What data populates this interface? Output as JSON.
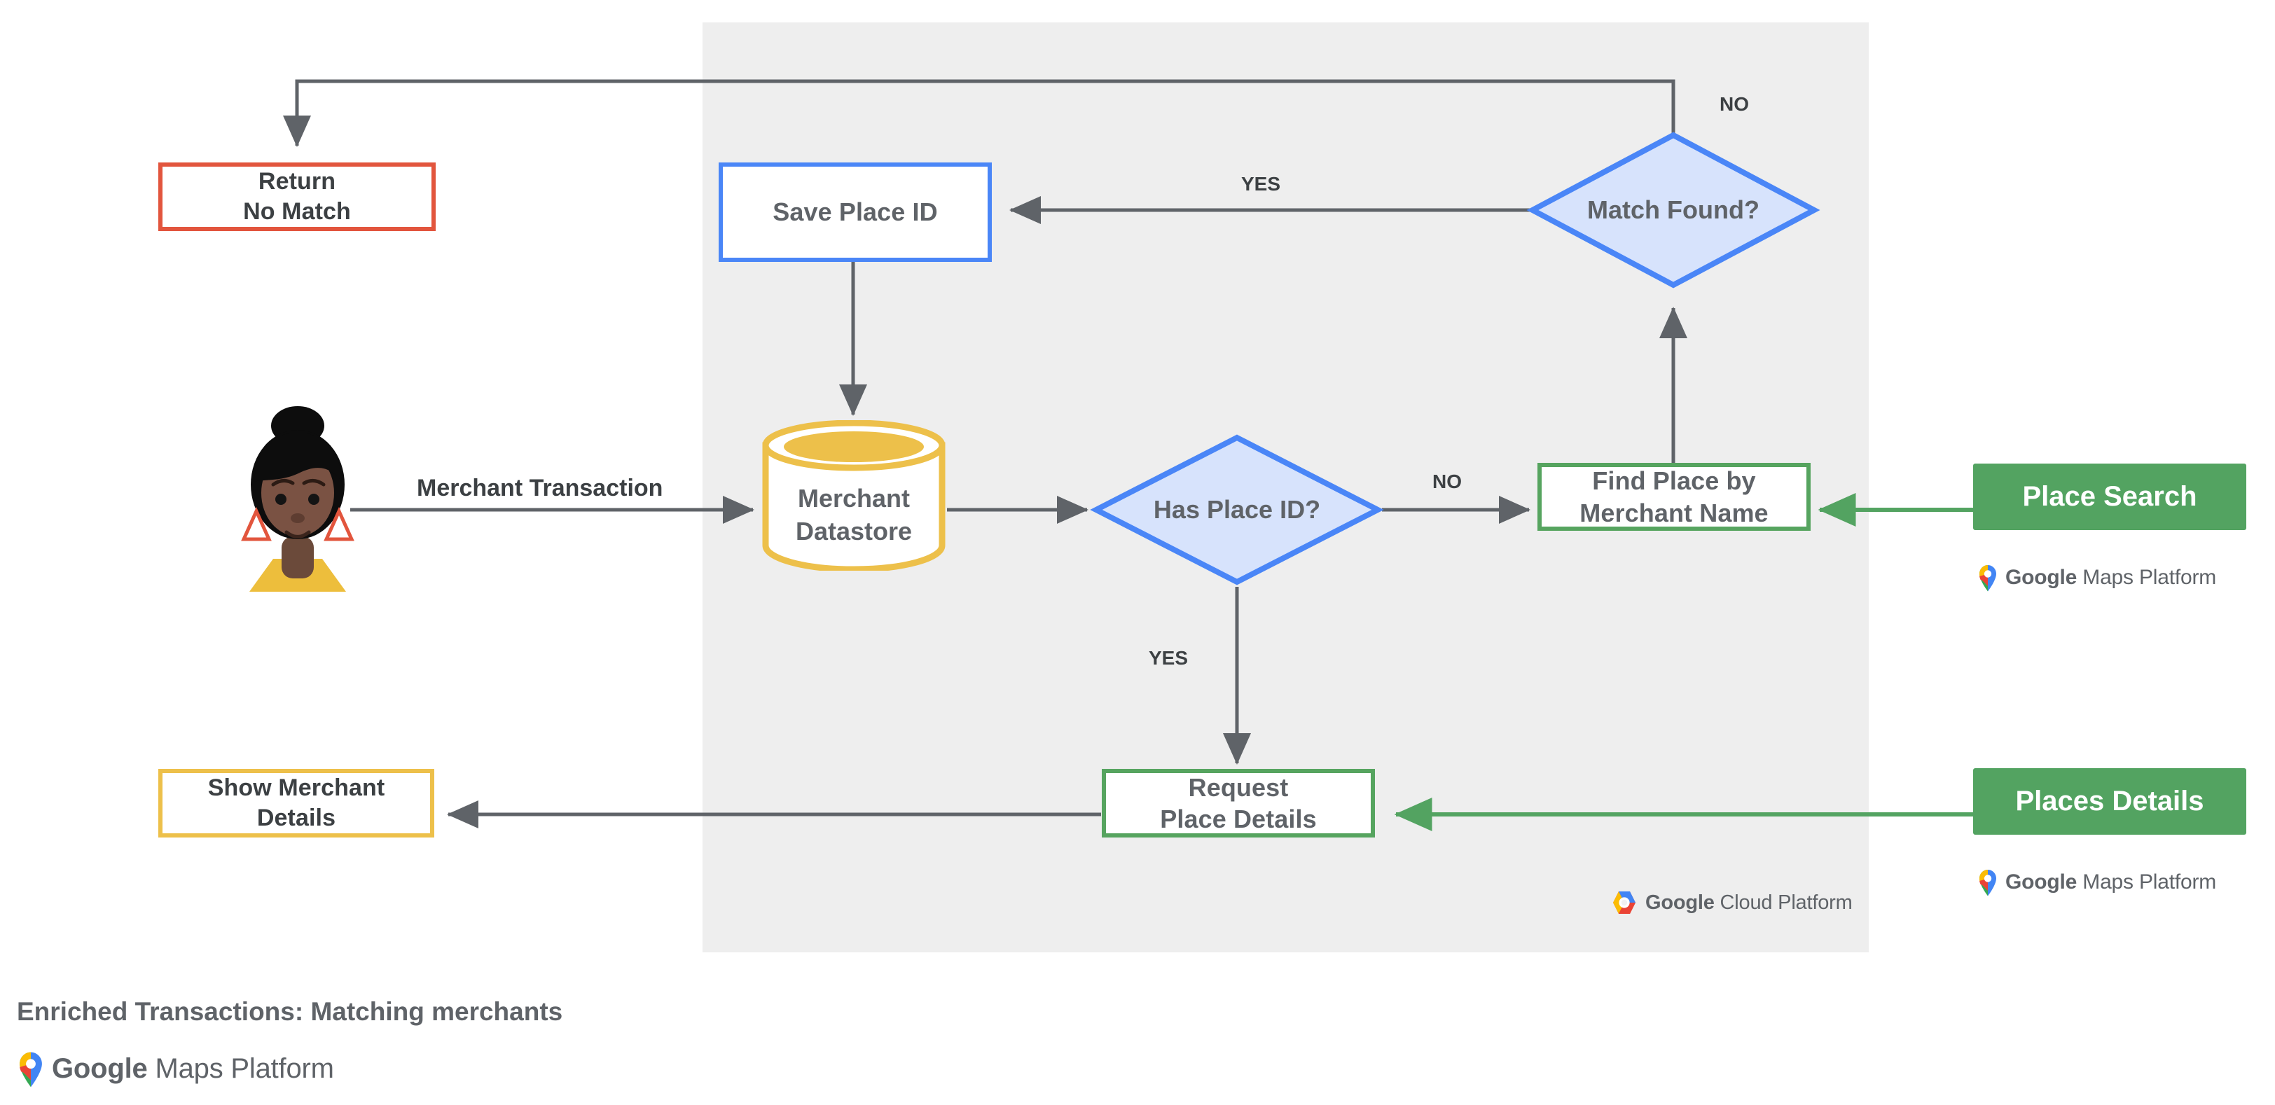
{
  "diagram": {
    "title": "Enriched Transactions: Matching merchants",
    "platform_lockup": {
      "brand": "Google",
      "product": "Maps Platform"
    },
    "cloud_lockup": {
      "brand": "Google",
      "product": "Cloud Platform"
    },
    "panel_label": "Google Cloud Platform"
  },
  "nodes": {
    "return_no_match": {
      "line1": "Return",
      "line2": "No Match",
      "color": "#e2553d",
      "shape": "process"
    },
    "save_place_id": {
      "line1": "Save Place ID",
      "color": "#4a86f7",
      "shape": "process"
    },
    "merchant_datastore": {
      "line1": "Merchant",
      "line2": "Datastore",
      "color": "#edc04a",
      "shape": "cylinder"
    },
    "has_place_id": {
      "line1": "Has",
      "line2": "Place ID?",
      "color": "#4a86f7",
      "shape": "decision"
    },
    "match_found": {
      "line1": "Match",
      "line2": "Found?",
      "color": "#4a86f7",
      "shape": "decision"
    },
    "find_place_by_merchant_name": {
      "line1": "Find Place by",
      "line2": "Merchant Name",
      "color": "#56a45f",
      "shape": "process"
    },
    "request_place_details": {
      "line1": "Request",
      "line2": "Place Details",
      "color": "#56a45f",
      "shape": "process"
    },
    "show_merchant_details": {
      "line1": "Show Merchant",
      "line2": "Details",
      "color": "#edc04a",
      "shape": "process"
    },
    "place_search": {
      "line1": "Place Search",
      "color": "#53a361",
      "shape": "chip"
    },
    "places_details": {
      "line1": "Places Details",
      "color": "#53a361",
      "shape": "chip"
    }
  },
  "edge_labels": {
    "merchant_transaction": "Merchant Transaction",
    "has_place_id_no": "NO",
    "has_place_id_yes": "YES",
    "match_found_yes": "YES",
    "match_found_no": "NO"
  },
  "actor": {
    "name": "customer-avatar"
  },
  "colors": {
    "panel_bg": "#eeeeee",
    "edge": "#5f6368",
    "green_edge": "#53a361",
    "red": "#e2553d",
    "blue": "#4a86f7",
    "blue_fill": "#d7e3fc",
    "green": "#56a45f",
    "yellow": "#edc04a",
    "text": "#5f6368"
  }
}
